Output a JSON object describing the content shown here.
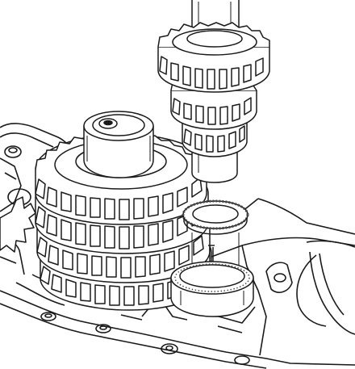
{
  "colors": {
    "ink": "#1a1a1a",
    "paper": "#ffffff",
    "hatch": "#4a4a4a"
  },
  "components": [
    {
      "name": "countershaft-gear-cluster",
      "teeth": [
        22,
        18,
        16
      ]
    },
    {
      "name": "mainshaft-gear-stack",
      "teeth": [
        30,
        34,
        34,
        34
      ]
    },
    {
      "name": "thrust-washer"
    },
    {
      "name": "needle-bearing"
    },
    {
      "name": "transmission-case"
    }
  ]
}
